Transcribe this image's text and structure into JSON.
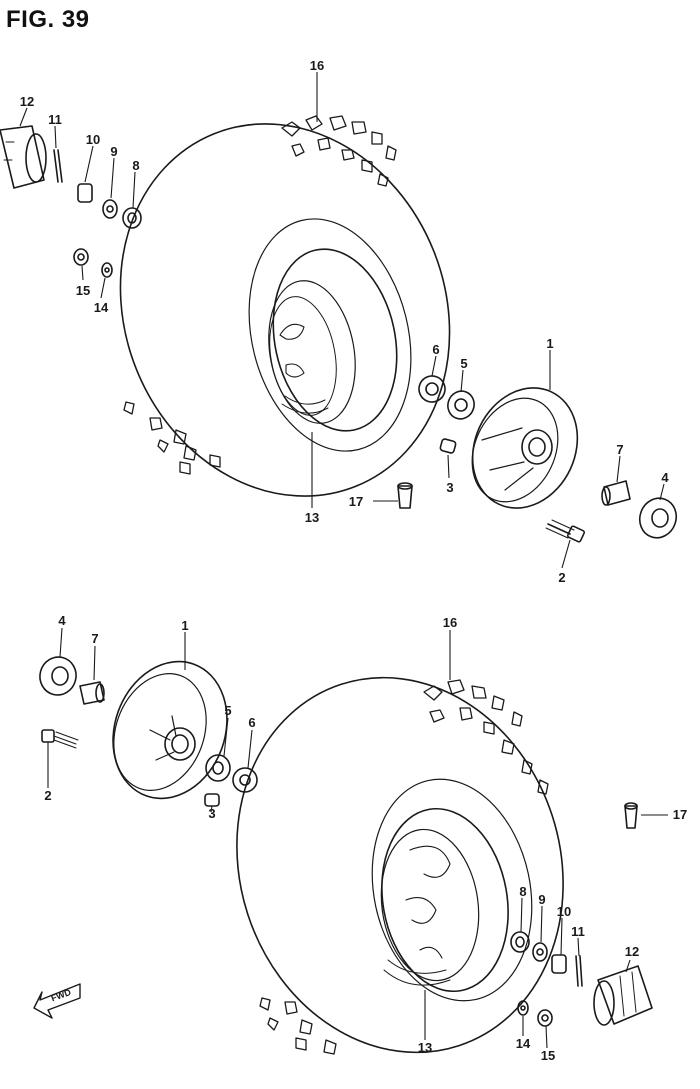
{
  "figure": {
    "title": "FIG. 39",
    "fwd_label": "FWD",
    "colors": {
      "ink": "#1a1a1a",
      "paper": "#ffffff"
    }
  },
  "assemblies": [
    {
      "id": "upper-wheel",
      "callouts": [
        {
          "id": "u-16",
          "text": "16"
        },
        {
          "id": "u-12",
          "text": "12"
        },
        {
          "id": "u-11",
          "text": "11"
        },
        {
          "id": "u-10",
          "text": "10"
        },
        {
          "id": "u-9",
          "text": "9"
        },
        {
          "id": "u-8",
          "text": "8"
        },
        {
          "id": "u-15",
          "text": "15"
        },
        {
          "id": "u-14",
          "text": "14"
        },
        {
          "id": "u-6",
          "text": "6"
        },
        {
          "id": "u-5",
          "text": "5"
        },
        {
          "id": "u-1",
          "text": "1"
        },
        {
          "id": "u-3",
          "text": "3"
        },
        {
          "id": "u-7",
          "text": "7"
        },
        {
          "id": "u-4",
          "text": "4"
        },
        {
          "id": "u-17",
          "text": "17"
        },
        {
          "id": "u-13",
          "text": "13"
        },
        {
          "id": "u-2",
          "text": "2"
        }
      ]
    },
    {
      "id": "lower-wheel",
      "callouts": [
        {
          "id": "l-4",
          "text": "4"
        },
        {
          "id": "l-7",
          "text": "7"
        },
        {
          "id": "l-1",
          "text": "1"
        },
        {
          "id": "l-16",
          "text": "16"
        },
        {
          "id": "l-5",
          "text": "5"
        },
        {
          "id": "l-6",
          "text": "6"
        },
        {
          "id": "l-2",
          "text": "2"
        },
        {
          "id": "l-3",
          "text": "3"
        },
        {
          "id": "l-17",
          "text": "17"
        },
        {
          "id": "l-8",
          "text": "8"
        },
        {
          "id": "l-9",
          "text": "9"
        },
        {
          "id": "l-10",
          "text": "10"
        },
        {
          "id": "l-11",
          "text": "11"
        },
        {
          "id": "l-12",
          "text": "12"
        },
        {
          "id": "l-14",
          "text": "14"
        },
        {
          "id": "l-15",
          "text": "15"
        },
        {
          "id": "l-13",
          "text": "13"
        }
      ]
    }
  ]
}
